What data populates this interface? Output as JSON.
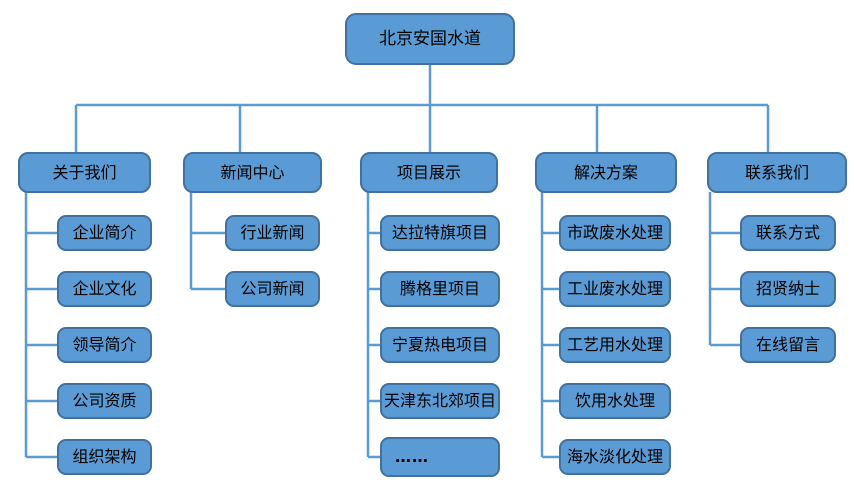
{
  "tree": {
    "root": "北京安国水道",
    "branches": [
      {
        "label": "关于我们",
        "children": [
          "企业简介",
          "企业文化",
          "领导简介",
          "公司资质",
          "组织架构"
        ]
      },
      {
        "label": "新闻中心",
        "children": [
          "行业新闻",
          "公司新闻"
        ]
      },
      {
        "label": "项目展示",
        "children": [
          "达拉特旗项目",
          "腾格里项目",
          "宁夏热电项目",
          "天津东北郊项目",
          "……"
        ]
      },
      {
        "label": "解决方案",
        "children": [
          "市政废水处理",
          "工业废水处理",
          "工艺用水处理",
          "饮用水处理",
          "海水淡化处理"
        ]
      },
      {
        "label": "联系我们",
        "children": [
          "联系方式",
          "招贤纳士",
          "在线留言"
        ]
      }
    ]
  },
  "colors": {
    "node_fill": "#5B9BD5",
    "node_border": "#41719C",
    "connector": "#5B9BD5",
    "text": "#000000",
    "background": "#FFFFFF"
  }
}
